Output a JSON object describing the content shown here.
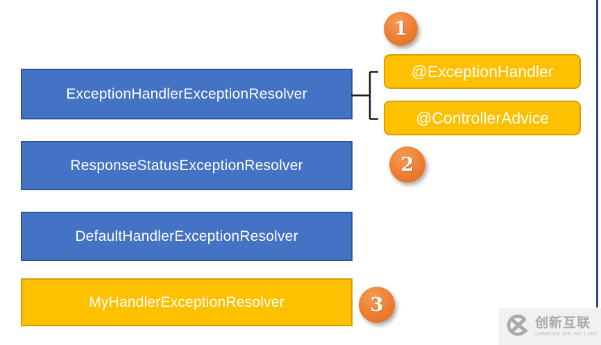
{
  "colors": {
    "resolver_blue_fill": "#4472C4",
    "resolver_blue_border": "#2F5597",
    "custom_yellow_fill": "#FFC000",
    "custom_yellow_border": "#D29B00",
    "badge_orange": "#ED7D31",
    "connector_black": "#1A1A1A",
    "accent_line_navy": "#2F4F7D",
    "box_text_white": "#FFFFFF",
    "watermark_gray": "#A9A9A9"
  },
  "diagram": {
    "resolvers": [
      {
        "label": "ExceptionHandlerExceptionResolver",
        "variant": "blue"
      },
      {
        "label": "ResponseStatusExceptionResolver",
        "variant": "blue"
      },
      {
        "label": "DefaultHandlerExceptionResolver",
        "variant": "blue"
      },
      {
        "label": "MyHandlerExceptionResolver",
        "variant": "yellow"
      }
    ],
    "annotations": [
      {
        "label": "@ExceptionHandler"
      },
      {
        "label": "@ControllerAdvice"
      }
    ],
    "badges": [
      {
        "label": "1"
      },
      {
        "label": "2"
      },
      {
        "label": "3"
      }
    ]
  },
  "watermark": {
    "brand_name": "创新互联",
    "brand_subtitle": "CHUANG XIN HU LIAN",
    "logo_icon": "cx-circle-x-icon"
  }
}
